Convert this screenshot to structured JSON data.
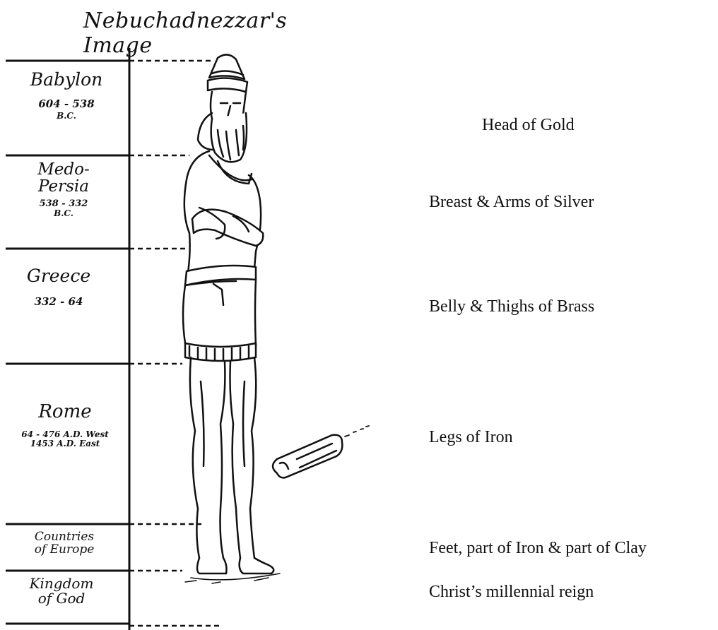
{
  "title": "Nebuchadnezzar's Image",
  "kingdoms": [
    {
      "name": "Babylon",
      "years": "604 - 538",
      "era": "B.C."
    },
    {
      "name": "Medo-\nPersia",
      "years": "538 - 332",
      "era": "B.C."
    },
    {
      "name": "Greece",
      "years": "332 - 64",
      "era": ""
    },
    {
      "name": "Rome",
      "years": "64 - 476 A.D. West\n1453 A.D. East",
      "era": ""
    },
    {
      "name": "Countries\nof Europe",
      "years": "",
      "era": ""
    },
    {
      "name": "Kingdom\nof God",
      "years": "",
      "era": ""
    }
  ],
  "body_parts": [
    "Head of Gold",
    "Breast & Arms of Silver",
    "Belly & Thighs of Brass",
    "Legs of Iron",
    "Feet, part of Iron & part of Clay",
    "Christ’s millennial reign"
  ]
}
